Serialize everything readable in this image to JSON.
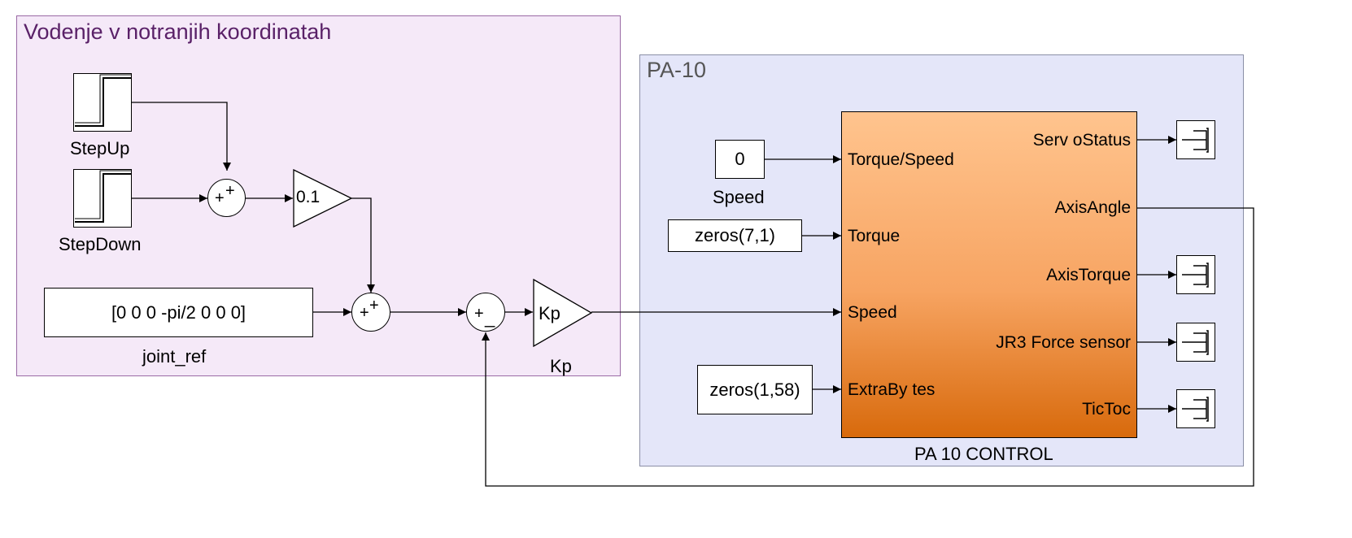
{
  "areas": {
    "left": {
      "title": "Vodenje v notranjih koordinatah"
    },
    "right": {
      "title": "PA-10"
    }
  },
  "blocks": {
    "step_up": {
      "name": "StepUp"
    },
    "step_down": {
      "name": "StepDown"
    },
    "joint_ref": {
      "value": "[0 0 0 -pi/2 0 0 0]",
      "name": "joint_ref"
    },
    "gain_small": {
      "value": "0.1"
    },
    "gain_kp": {
      "value": "Kp",
      "name": "Kp"
    },
    "speed_const": {
      "value": "0",
      "name": "Speed"
    },
    "torque_const": {
      "value": "zeros(7,1)"
    },
    "extra_const": {
      "value": "zeros(1,58)"
    },
    "pa10": {
      "name": "PA 10 CONTROL",
      "inputs": [
        "Torque/Speed",
        "Torque",
        "Speed",
        "ExtraBy tes"
      ],
      "outputs": [
        "Serv oStatus",
        "AxisAngle",
        "AxisTorque",
        "JR3 Force sensor",
        "TicToc"
      ]
    }
  },
  "colors": {
    "left_area_fill": "#f5e9f8",
    "left_area_border": "#9a6aa5",
    "left_area_title": "#5a2168",
    "right_area_fill": "#e4e6f9",
    "right_area_border": "#8b8fa6",
    "right_area_title": "#555555",
    "subsystem_top": "#ffc48e",
    "subsystem_bottom": "#d86a0c"
  }
}
